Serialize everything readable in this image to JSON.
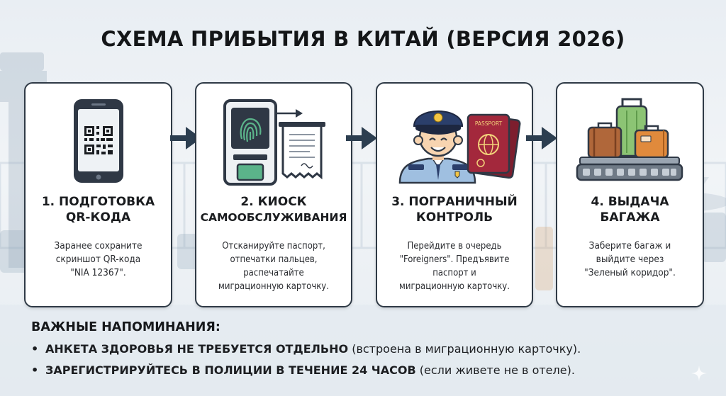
{
  "title": "СХЕМА ПРИБЫТИЯ В КИТАЙ (ВЕРСИЯ 2026)",
  "steps": [
    {
      "title_line1": "1. ПОДГОТОВКА",
      "title_line2": "QR-КОДА",
      "description": "Заранее сохраните\nскриншот QR-кода\n\"NIA 12367\".",
      "icon": "phone-qr-icon"
    },
    {
      "title_line1": "2. КИОСК",
      "title_line2": "САМООБСЛУЖИВАНИЯ",
      "description": "Отсканируйте паспорт,\nотпечатки пальцев,\nраспечатайте\nмиграционную карточку.",
      "icon": "fingerprint-kiosk-icon"
    },
    {
      "title_line1": "3. ПОГРАНИЧНЫЙ",
      "title_line2": "КОНТРОЛЬ",
      "description": "Перейдите в очередь\n\"Foreigners\". Предъявите\nпаспорт и\nмиграционную карточку.",
      "icon": "border-officer-icon",
      "passport_label": "PASSPORT"
    },
    {
      "title_line1": "4. ВЫДАЧА",
      "title_line2": "БАГАЖА",
      "description": "Заберите багаж и\nвыйдите через\n\"Зеленый коридор\".",
      "icon": "luggage-carousel-icon"
    }
  ],
  "reminders": {
    "heading": "ВАЖНЫЕ НАПОМИНАНИЯ:",
    "items": [
      {
        "bold": "АНКЕТА ЗДОРОВЬЯ НЕ ТРЕБУЕТСЯ ОТДЕЛЬНО",
        "normal": " (встроена в миграционную карточку)."
      },
      {
        "bold": "ЗАРЕГИСТРИРУЙТЕСЬ В ПОЛИЦИИ В ТЕЧЕНИЕ 24 ЧАСОВ",
        "normal": " (если живете не в отеле)."
      }
    ]
  },
  "colors": {
    "border": "#2f3a46",
    "arrow": "#2c3e50",
    "navy": "#2b3f6b",
    "passport": "#a3283c",
    "green_suitcase": "#8cc474",
    "brown_suitcase": "#b0673a",
    "orange_suitcase": "#e08a3c"
  }
}
